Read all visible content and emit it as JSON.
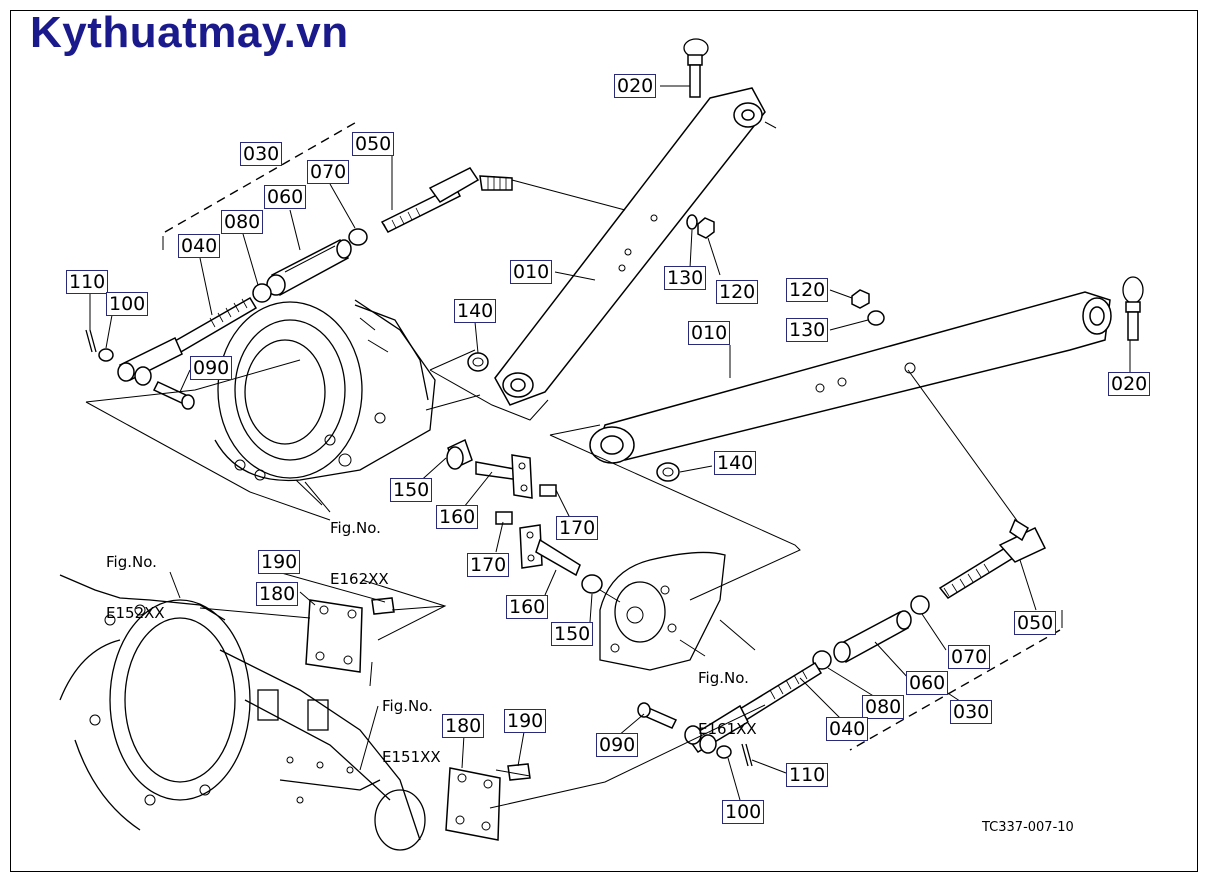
{
  "header": {
    "brand": "Kythuatmay.vn"
  },
  "figure_code": "TC337-007-10",
  "callouts": [
    {
      "label": "020"
    },
    {
      "label": "030"
    },
    {
      "label": "050"
    },
    {
      "label": "070"
    },
    {
      "label": "060"
    },
    {
      "label": "080"
    },
    {
      "label": "040"
    },
    {
      "label": "110"
    },
    {
      "label": "100"
    },
    {
      "label": "090"
    },
    {
      "label": "010"
    },
    {
      "label": "130"
    },
    {
      "label": "120"
    },
    {
      "label": "140"
    },
    {
      "label": "120"
    },
    {
      "label": "130"
    },
    {
      "label": "010"
    },
    {
      "label": "020"
    },
    {
      "label": "140"
    },
    {
      "label": "150"
    },
    {
      "label": "160"
    },
    {
      "label": "170"
    },
    {
      "label": "170"
    },
    {
      "label": "160"
    },
    {
      "label": "150"
    },
    {
      "label": "190"
    },
    {
      "label": "180"
    },
    {
      "label": "180"
    },
    {
      "label": "190"
    },
    {
      "label": "050"
    },
    {
      "label": "070"
    },
    {
      "label": "060"
    },
    {
      "label": "080"
    },
    {
      "label": "030"
    },
    {
      "label": "040"
    },
    {
      "label": "090"
    },
    {
      "label": "110"
    },
    {
      "label": "100"
    }
  ],
  "fig_refs": [
    {
      "line1": "Fig.No.",
      "line2": "E162XX"
    },
    {
      "line1": "Fig.No.",
      "line2": "E152XX"
    },
    {
      "line1": "Fig.No.",
      "line2": "E151XX"
    },
    {
      "line1": "Fig.No.",
      "line2": "E161XX"
    }
  ]
}
